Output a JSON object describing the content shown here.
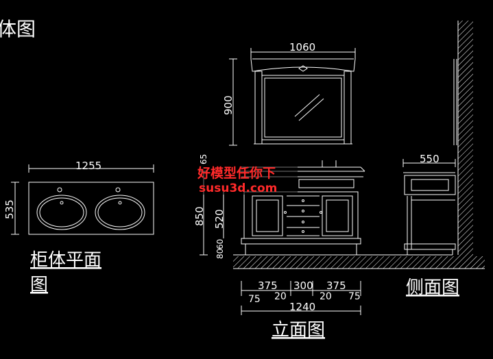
{
  "titles": {
    "top_left": "体图",
    "plan_line1": "柜体平面",
    "plan_line2": "图",
    "side": "侧面图",
    "elevation": "立面图"
  },
  "dimensions": {
    "mirror_width": "1060",
    "mirror_height": "900",
    "plan_width": "1255",
    "plan_depth": "535",
    "side_depth": "550",
    "cabinet_height": "850",
    "door_height": "520",
    "small_a": "60",
    "small_b": "80",
    "small_c": "65",
    "seg_left": "375",
    "seg_mid": "300",
    "seg_right": "375",
    "gap_left": "75",
    "gap_in_left": "20",
    "gap_in_right": "20",
    "gap_right": "75",
    "total_width": "1240"
  },
  "watermark": {
    "line1": "好模型任你下",
    "line2": "susu3d.com"
  },
  "colors": {
    "background": "#000000",
    "lines": "#ffffff",
    "watermark": "#ff2a2a"
  }
}
